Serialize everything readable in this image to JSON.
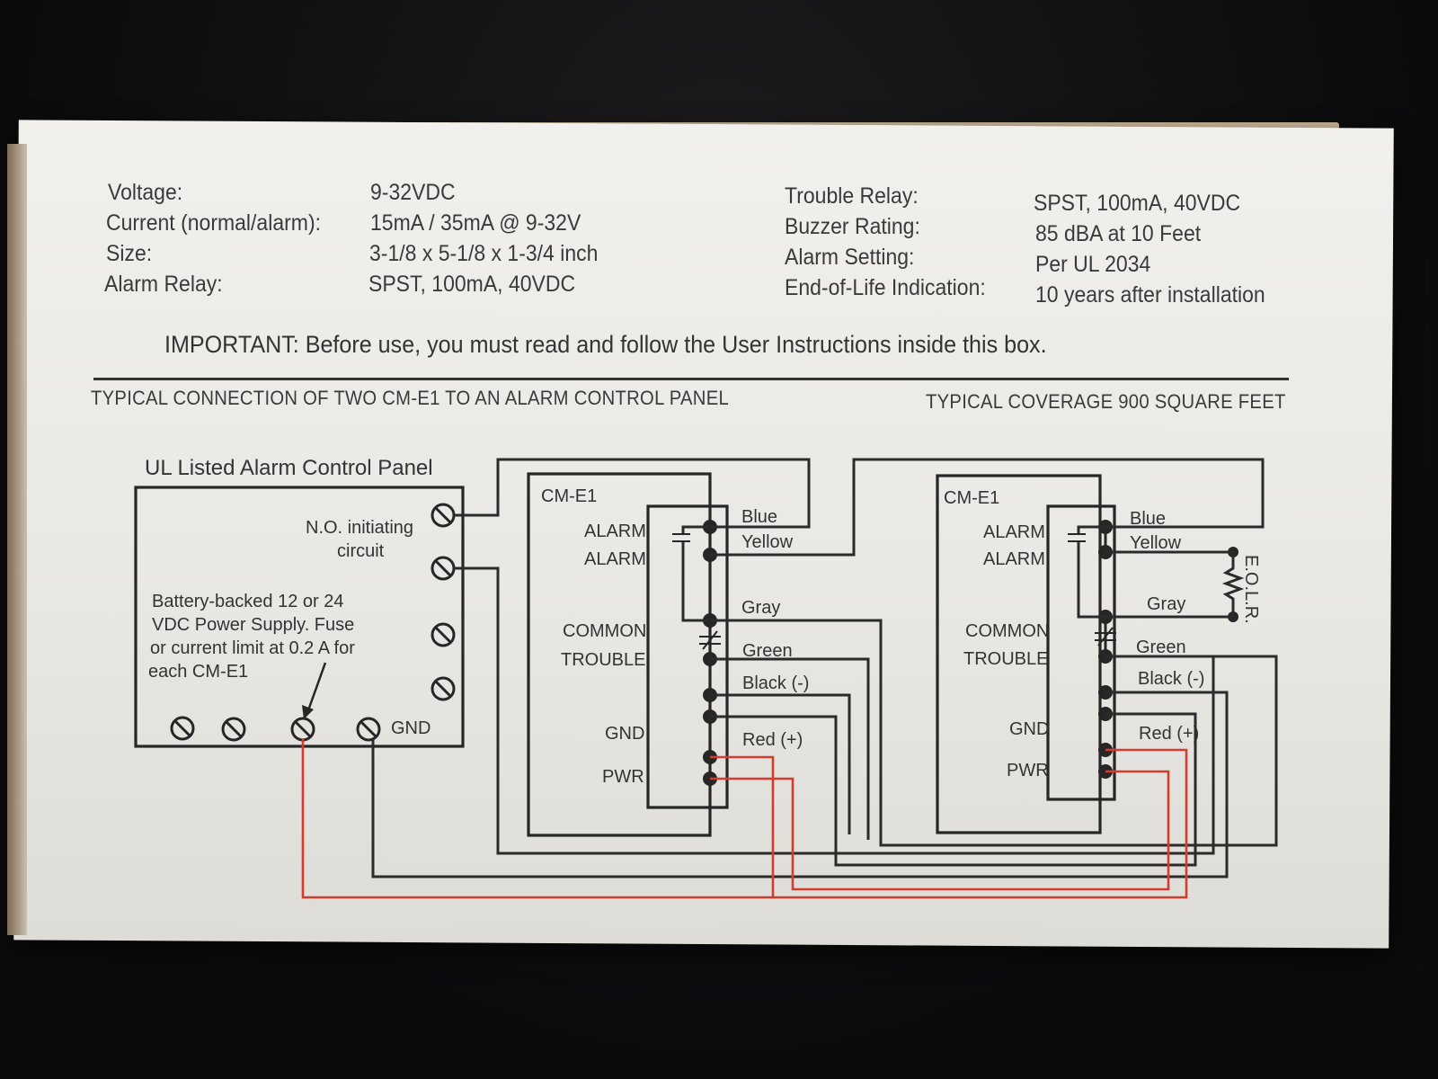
{
  "specs_left": [
    {
      "label": "Voltage:",
      "value": "9-32VDC"
    },
    {
      "label": "Current (normal/alarm):",
      "value": "15mA / 35mA @ 9-32V"
    },
    {
      "label": "Size:",
      "value": "3-1/8 x 5-1/8 x 1-3/4 inch"
    },
    {
      "label": "Alarm Relay:",
      "value": "SPST, 100mA, 40VDC"
    }
  ],
  "specs_right": [
    {
      "label": "Trouble Relay:",
      "value": "SPST, 100mA, 40VDC"
    },
    {
      "label": "Buzzer Rating:",
      "value": "85 dBA at 10 Feet"
    },
    {
      "label": "Alarm Setting:",
      "value": "Per UL 2034"
    },
    {
      "label": "End-of-Life Indication:",
      "value": "10 years after installation"
    }
  ],
  "important": "IMPORTANT: Before use, you must read and follow the User Instructions inside this box.",
  "heading_left": "TYPICAL CONNECTION OF TWO CM-E1 TO AN ALARM CONTROL PANEL",
  "heading_right": "TYPICAL COVERAGE 900 SQUARE FEET",
  "panel": {
    "title": "UL Listed Alarm Control Panel",
    "initiating_1": "N.O. initiating",
    "initiating_2": "circuit",
    "power_1": "Battery-backed 12 or 24",
    "power_2": "VDC Power Supply. Fuse",
    "power_3": "or current limit at 0.2 A for",
    "power_4": "each CM-E1",
    "gnd": "GND"
  },
  "device_name": "CM-E1",
  "device_left_labels": {
    "alarm_1": "ALARM",
    "alarm_2": "ALARM",
    "common": "COMMON",
    "trouble": "TROUBLE",
    "gnd": "GND",
    "pwr": "PWR"
  },
  "wire_labels": {
    "blue": "Blue",
    "yellow": "Yellow",
    "gray": "Gray",
    "green": "Green",
    "black": "Black (-)",
    "red": "Red (+)"
  },
  "eolr": "E.O.L.R.",
  "colors": {
    "wire": "#2b2b2b",
    "power_wire": "#d63b2d",
    "box": "#ecebe7",
    "text": "#333333"
  }
}
